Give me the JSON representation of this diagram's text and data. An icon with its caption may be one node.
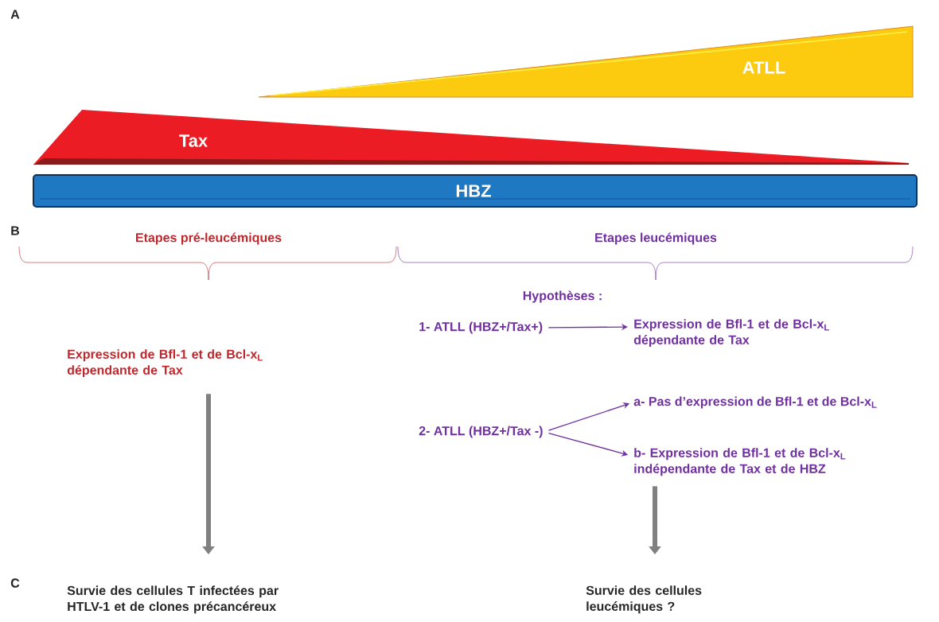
{
  "diagram": {
    "nodes": [
      {
        "text": [
          "ATLL"
        ]
      },
      {
        "text": [
          "Tax"
        ]
      },
      {
        "text": [
          "HBZ"
        ]
      },
      {
        "text": [
          "Expression de Bfl-1 et de Bcl-x$_{L}$ dépendante de Tax"
        ]
      },
      {
        "text": [
          "1- ATLL (HBZ+/Tax+)"
        ]
      },
      {
        "text": [
          "Expression de Bfl-1 et de Bcl-x$_{L}$ dépendante de Tax"
        ]
      },
      {
        "text": [
          "2- ATLL (HBZ+/Tax -)"
        ]
      },
      {
        "text": [
          "a- Pas d’expression de Bfl-1 et de Bcl-x$_{L}$"
        ]
      },
      {
        "text": [
          "b- Expression de Bfl-1 et de Bcl-x$_{L}$ indépendante de Tax et de HBZ"
        ]
      },
      {
        "text": [
          "Survie des cellules T infectées par HTLV-1 et de clones précancéreux"
        ]
      },
      {
        "text": [
          "Survie des cellules leucémiques ?"
        ]
      }
    ],
    "edges": [
      {
        "from": 4,
        "to": 5,
        "arrow": "to"
      },
      {
        "from": 6,
        "to": 7,
        "arrow": "to"
      },
      {
        "from": 6,
        "to": 8,
        "arrow": "to"
      },
      {
        "from": 3,
        "to": 9,
        "arrow": "to",
        "style": "thick",
        "color": "#808080"
      },
      {
        "from": 8,
        "to": 10,
        "arrow": "to",
        "style": "thick",
        "color": "#808080"
      }
    ],
    "labels": [
      "A",
      "B",
      "Etapes pré-leucémiques",
      "Etapes leucémiques",
      "Hypothèses :",
      "C"
    ]
  }
}
